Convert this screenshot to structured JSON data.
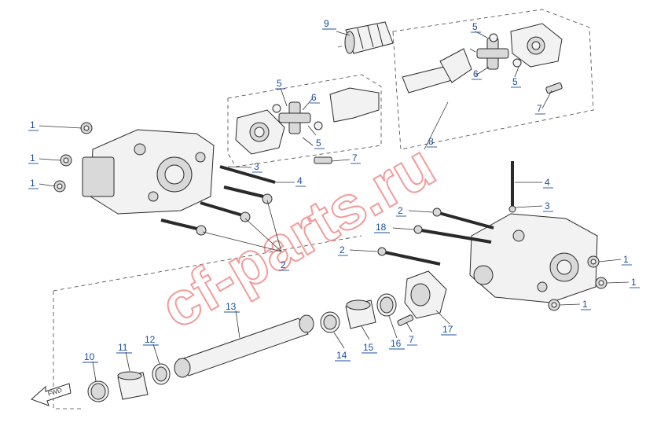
{
  "watermark": "cf-parts.ru",
  "direction_label": "FWD",
  "callouts": [
    {
      "id": "c9",
      "label": "9"
    },
    {
      "id": "c5a",
      "label": "5"
    },
    {
      "id": "c6a",
      "label": "6"
    },
    {
      "id": "c5b",
      "label": "5"
    },
    {
      "id": "c7a",
      "label": "7"
    },
    {
      "id": "c5c",
      "label": "5"
    },
    {
      "id": "c6b",
      "label": "6"
    },
    {
      "id": "c5d",
      "label": "5"
    },
    {
      "id": "c8",
      "label": "8"
    },
    {
      "id": "c7b",
      "label": "7"
    },
    {
      "id": "c1a",
      "label": "1"
    },
    {
      "id": "c1b",
      "label": "1"
    },
    {
      "id": "c1c",
      "label": "1"
    },
    {
      "id": "c3a",
      "label": "3"
    },
    {
      "id": "c4a",
      "label": "4"
    },
    {
      "id": "c2a",
      "label": "2"
    },
    {
      "id": "c4b",
      "label": "4"
    },
    {
      "id": "c3b",
      "label": "3"
    },
    {
      "id": "c2b",
      "label": "2"
    },
    {
      "id": "c18",
      "label": "18"
    },
    {
      "id": "c2c",
      "label": "2"
    },
    {
      "id": "c1d",
      "label": "1"
    },
    {
      "id": "c1e",
      "label": "1"
    },
    {
      "id": "c1f",
      "label": "1"
    },
    {
      "id": "c13",
      "label": "13"
    },
    {
      "id": "c17",
      "label": "17"
    },
    {
      "id": "c7c",
      "label": "7"
    },
    {
      "id": "c16",
      "label": "16"
    },
    {
      "id": "c15",
      "label": "15"
    },
    {
      "id": "c14",
      "label": "14"
    },
    {
      "id": "c12",
      "label": "12"
    },
    {
      "id": "c11",
      "label": "11"
    },
    {
      "id": "c10",
      "label": "10"
    }
  ]
}
